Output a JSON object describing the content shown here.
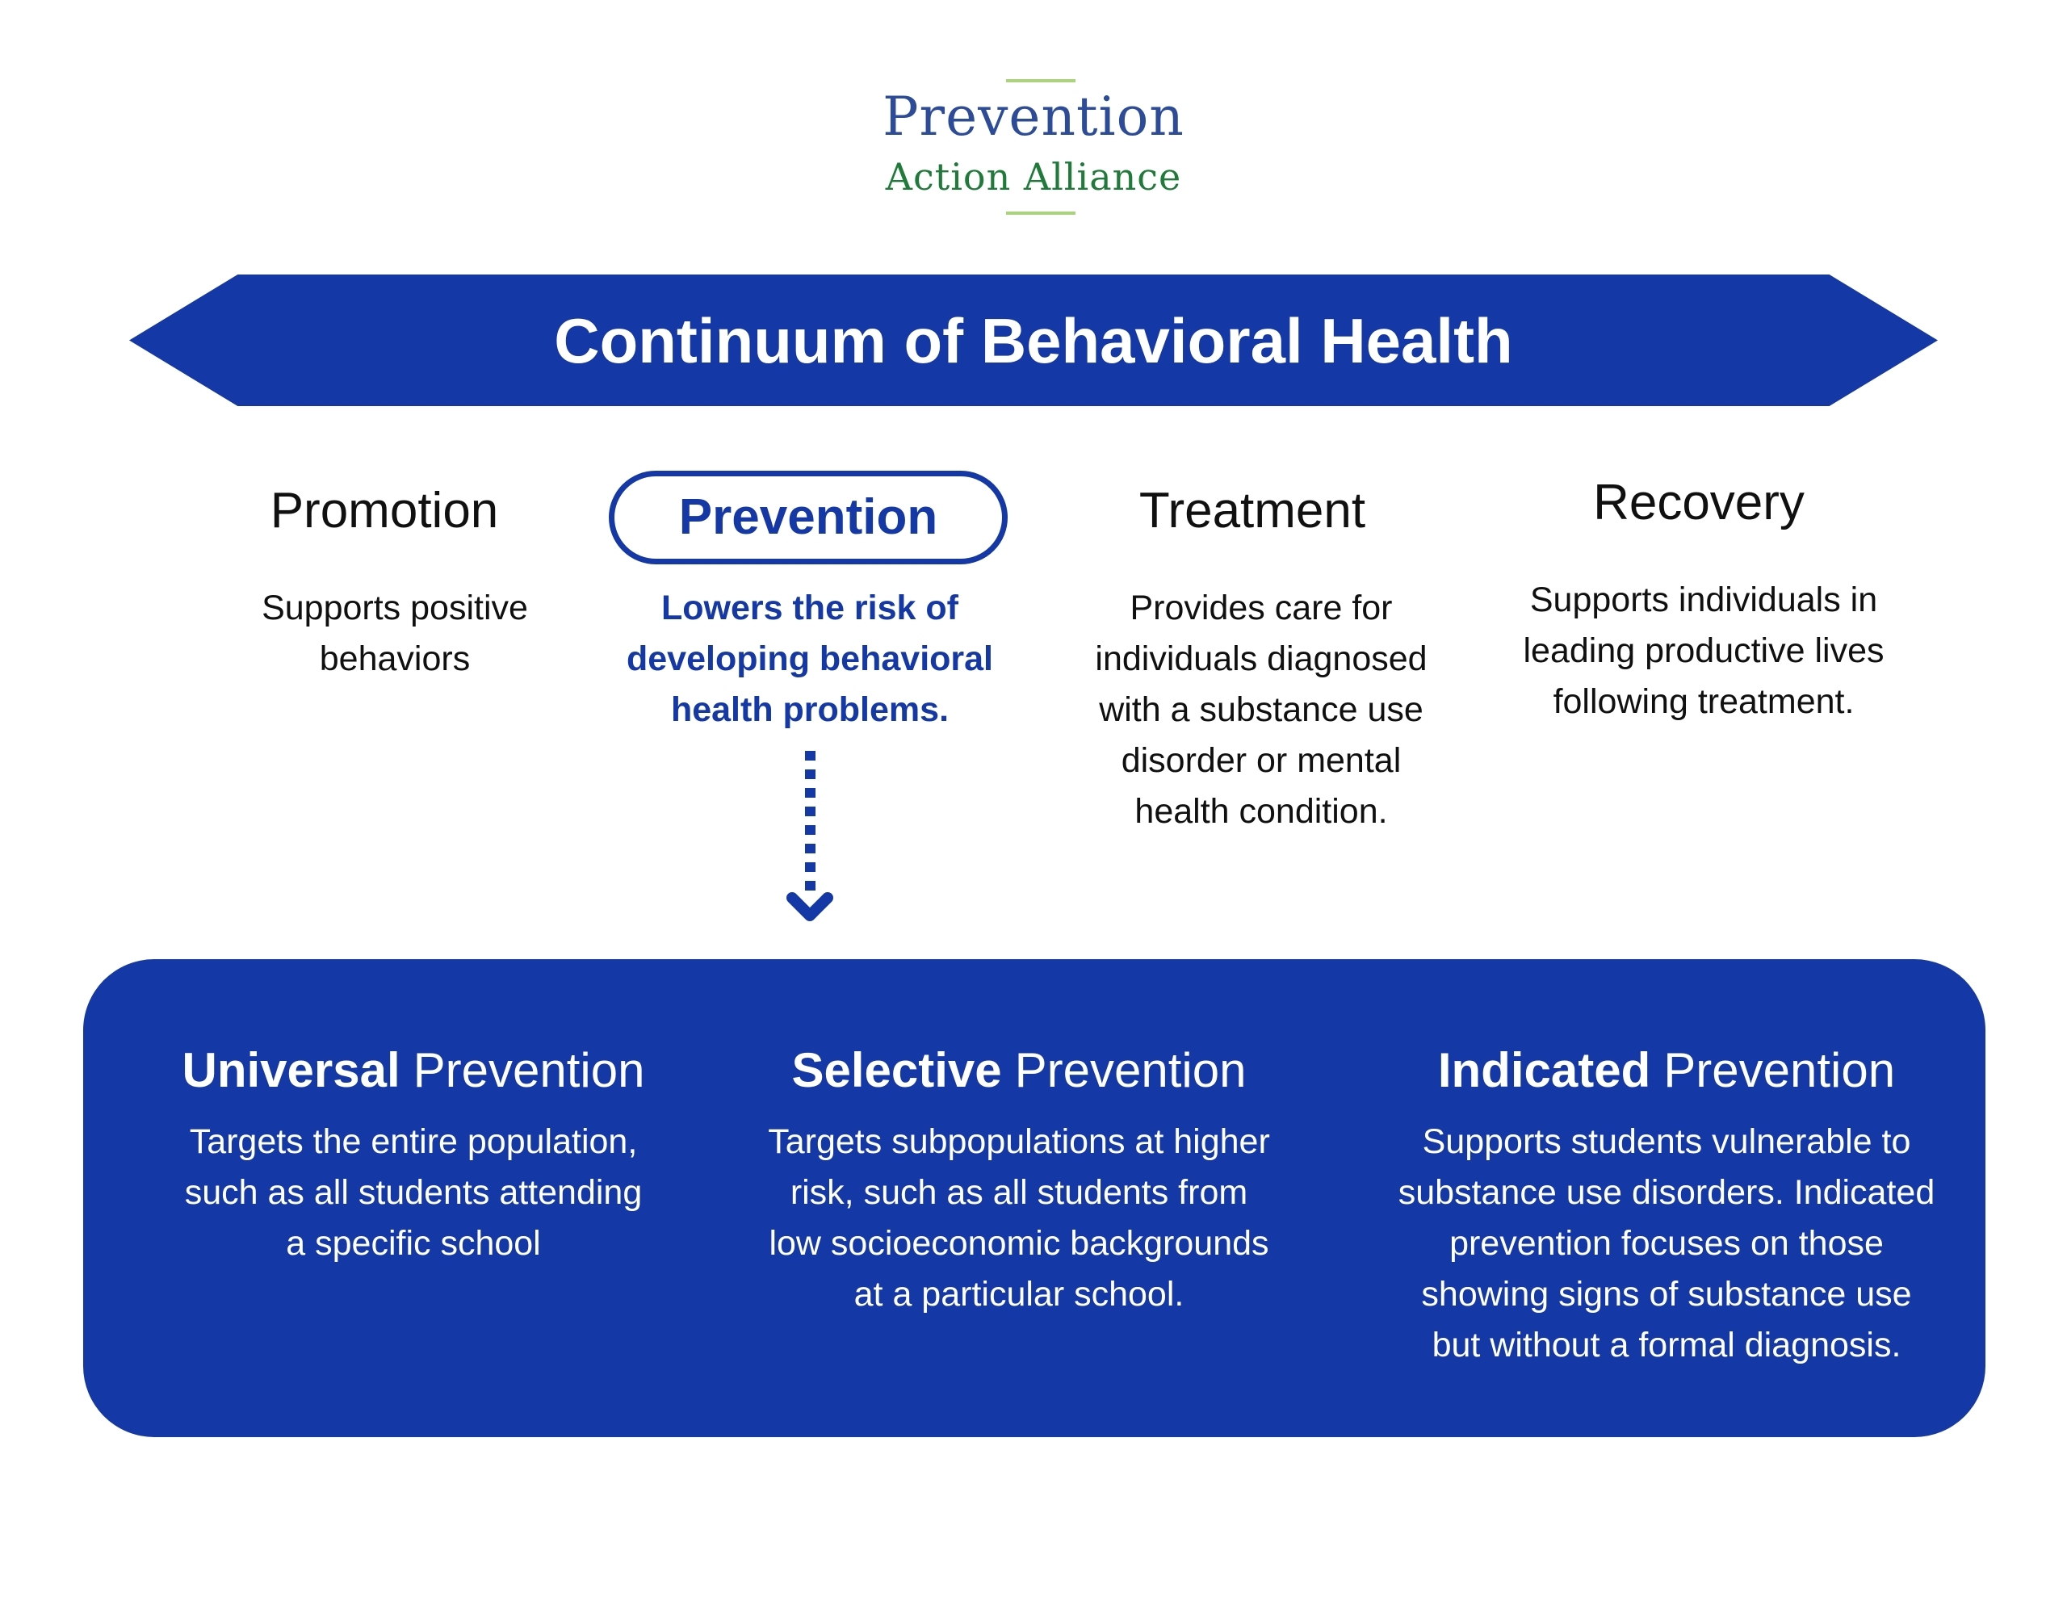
{
  "logo": {
    "name": "Prevention",
    "tagline": "Action Alliance"
  },
  "banner": {
    "title": "Continuum of Behavioral Health"
  },
  "continuum": [
    {
      "id": "promotion",
      "label": "Promotion",
      "description": "Supports positive\nbehaviors"
    },
    {
      "id": "prevention",
      "label": "Prevention",
      "description": "Lowers the risk of\ndeveloping behavioral\nhealth problems.",
      "highlighted": true
    },
    {
      "id": "treatment",
      "label": "Treatment",
      "description": "Provides care for\nindividuals diagnosed\nwith a substance use\ndisorder or mental\nhealth condition."
    },
    {
      "id": "recovery",
      "label": "Recovery",
      "description": "Supports individuals in\nleading productive lives\nfollowing treatment."
    }
  ],
  "prevention_types": [
    {
      "bold": "Universal",
      "rest": "Prevention",
      "description": "Targets the entire population,\nsuch as all students attending\na specific school"
    },
    {
      "bold": "Selective",
      "rest": "Prevention",
      "description": "Targets subpopulations at higher\nrisk, such as all students from\nlow socioeconomic backgrounds\nat a particular school."
    },
    {
      "bold": "Indicated",
      "rest": "Prevention",
      "description": "Supports students vulnerable to\nsubstance use disorders. Indicated\nprevention focuses on those\nshowing signs of substance use\nbut without a formal diagnosis."
    }
  ],
  "colors": {
    "blue": "#1438A6",
    "logo-blue": "#2C4C99",
    "logo-green": "#1F7B39",
    "line-green": "#ABD37C",
    "text-dark": "#101010",
    "white": "#FFFFFF"
  }
}
